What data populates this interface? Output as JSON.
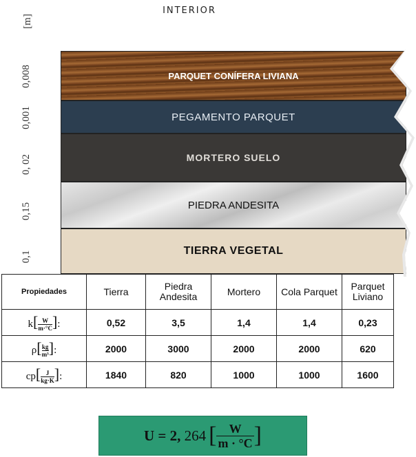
{
  "axis": {
    "unit": "[m]",
    "ticks": [
      "0,008",
      "0,001",
      "0, 02",
      "0,15",
      "0,1"
    ]
  },
  "title": "INTERIOR",
  "layers": [
    {
      "label": "PARQUET CONÍFERA LIVIANA",
      "thickness": "0,008"
    },
    {
      "label": "PEGAMENTO PARQUET",
      "thickness": "0,001"
    },
    {
      "label": "MORTERO SUELO",
      "thickness": "0, 02"
    },
    {
      "label": "PIEDRA ANDESITA",
      "thickness": "0,15"
    },
    {
      "label": "TIERRA VEGETAL",
      "thickness": "0,1"
    }
  ],
  "table": {
    "headers": [
      "Propiedades",
      "Tierra",
      "Piedra Andesita",
      "Mortero",
      "Cola Parquet",
      "Parquet Liviano"
    ],
    "rows": [
      {
        "symbol": "k",
        "num": "W",
        "den": "m·°C",
        "values": [
          "0,52",
          "3,5",
          "1,4",
          "1,4",
          "0,23"
        ]
      },
      {
        "symbol": "ρ",
        "num": "kg",
        "den": "m³",
        "values": [
          "2000",
          "3000",
          "2000",
          "2000",
          "620"
        ]
      },
      {
        "symbol": "cp",
        "num": "J",
        "den": "kg·K",
        "values": [
          "1840",
          "820",
          "1000",
          "1000",
          "1600"
        ]
      }
    ]
  },
  "result": {
    "lhs": "U = 2,",
    "value": "264",
    "num": "W",
    "den": "m · °C"
  },
  "colors": {
    "result_bg": "#2b9a73",
    "pegamento": "#2c3e50",
    "mortero": "#3a3836",
    "tierra": "#e6d9c4"
  }
}
